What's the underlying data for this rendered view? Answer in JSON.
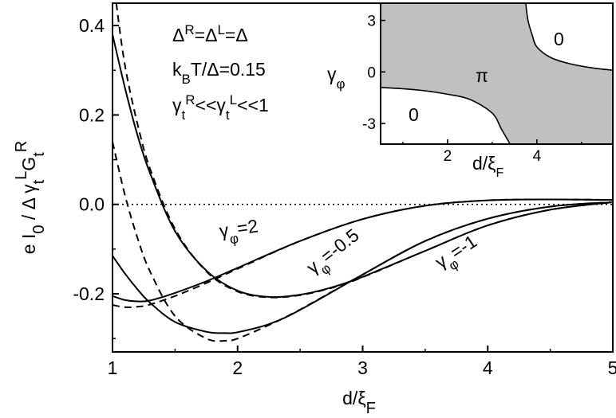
{
  "chart_data": [
    {
      "type": "line",
      "xlabel": "d/ξF",
      "ylabel": "e I0 / Δ γt^L Gt^R",
      "xlim": [
        1,
        5
      ],
      "ylim": [
        -0.33,
        0.45
      ],
      "xticks": [
        "1",
        "2",
        "3",
        "4",
        "5"
      ],
      "yticks": [
        "-0.2",
        "0.0",
        "0.2",
        "0.4"
      ],
      "yticks_values": [
        -0.2,
        0.0,
        0.2,
        0.4
      ],
      "xticks_values": [
        1,
        2,
        3,
        4,
        5
      ],
      "grid": false,
      "reference_line": {
        "y": 0.0,
        "style": "dotted"
      },
      "annotations": {
        "params": [
          "Δ^R=Δ^L=Δ",
          "k_B T/Δ=0.15",
          "γt^R<<γt^L<<1"
        ],
        "curve_labels": [
          {
            "text": "γφ=2",
            "value": 2
          },
          {
            "text": "γφ=-0.5",
            "value": -0.5
          },
          {
            "text": "γφ=-1",
            "value": -1
          }
        ]
      },
      "series": [
        {
          "label_ref": "γφ=2",
          "style": "solid",
          "x": [
            1.0,
            1.1,
            1.2,
            1.3,
            1.5,
            1.75,
            2.0,
            2.5,
            3.0,
            3.5,
            4.0,
            4.5,
            5.0
          ],
          "y": [
            -0.205,
            -0.214,
            -0.217,
            -0.215,
            -0.198,
            -0.172,
            -0.142,
            -0.082,
            -0.033,
            -0.003,
            0.009,
            0.011,
            0.01
          ]
        },
        {
          "label_ref": "γφ=2",
          "style": "dashed",
          "x": [
            1.0,
            1.1,
            1.2,
            1.3,
            1.5,
            1.75,
            2.0,
            2.5,
            3.0,
            3.5,
            4.0,
            4.5,
            5.0
          ],
          "y": [
            -0.225,
            -0.23,
            -0.229,
            -0.224,
            -0.205,
            -0.176,
            -0.144,
            -0.082,
            -0.033,
            -0.003,
            0.009,
            0.011,
            0.01
          ]
        },
        {
          "label_ref": "γφ=-1",
          "style": "solid",
          "x": [
            1.0,
            1.1,
            1.2,
            1.3,
            1.5,
            1.75,
            2.0,
            2.25,
            2.5,
            2.75,
            3.0,
            3.5,
            4.0,
            4.5,
            5.0
          ],
          "y": [
            0.38,
            0.26,
            0.155,
            0.07,
            -0.06,
            -0.148,
            -0.193,
            -0.207,
            -0.202,
            -0.186,
            -0.162,
            -0.104,
            -0.047,
            -0.012,
            0.005
          ]
        },
        {
          "label_ref": "γφ=-1",
          "style": "dashed",
          "x": [
            1.03,
            1.1,
            1.2,
            1.3,
            1.5,
            1.75,
            2.0,
            2.25,
            2.5,
            2.75,
            3.0,
            3.5,
            4.0,
            4.5,
            5.0
          ],
          "y": [
            0.45,
            0.31,
            0.18,
            0.08,
            -0.055,
            -0.15,
            -0.195,
            -0.208,
            -0.203,
            -0.187,
            -0.163,
            -0.104,
            -0.047,
            -0.012,
            0.005
          ]
        },
        {
          "label_ref": "γφ=-0.5",
          "style": "solid",
          "x": [
            1.0,
            1.1,
            1.2,
            1.3,
            1.5,
            1.75,
            1.9,
            2.0,
            2.25,
            2.5,
            3.0,
            3.5,
            4.0,
            4.5,
            5.0
          ],
          "y": [
            -0.115,
            -0.155,
            -0.19,
            -0.22,
            -0.263,
            -0.285,
            -0.288,
            -0.286,
            -0.268,
            -0.236,
            -0.157,
            -0.082,
            -0.032,
            -0.005,
            0.005
          ]
        },
        {
          "label_ref": "γφ=-0.5",
          "style": "dashed",
          "x": [
            1.0,
            1.1,
            1.2,
            1.3,
            1.5,
            1.75,
            1.9,
            2.0,
            2.25,
            2.5,
            3.0,
            3.5,
            4.0,
            4.5,
            5.0
          ],
          "y": [
            0.14,
            0.02,
            -0.075,
            -0.15,
            -0.25,
            -0.3,
            -0.305,
            -0.3,
            -0.27,
            -0.235,
            -0.157,
            -0.082,
            -0.032,
            -0.005,
            0.005
          ]
        }
      ]
    },
    {
      "type": "area",
      "role": "inset",
      "xlabel": "d/ξF",
      "ylabel": "γφ",
      "xlim": [
        0.5,
        5.7
      ],
      "ylim": [
        -4.2,
        4.0
      ],
      "xticks": [
        "2",
        "4"
      ],
      "xticks_values": [
        2,
        4
      ],
      "yticks": [
        "-3",
        "0",
        "3"
      ],
      "yticks_values": [
        -3,
        0,
        3
      ],
      "region_labels": [
        "0",
        "π",
        "0"
      ],
      "shaded_color": "#c0c0c0",
      "boundary_left": {
        "x": [
          0.5,
          1.0,
          1.5,
          2.0,
          2.5,
          3.0,
          3.2,
          3.4
        ],
        "y": [
          -0.9,
          -0.98,
          -1.1,
          -1.3,
          -1.6,
          -2.4,
          -3.3,
          -4.2
        ]
      },
      "boundary_right": {
        "x": [
          3.75,
          3.8,
          3.9,
          4.0,
          4.3,
          4.7,
          5.2,
          5.7
        ],
        "y": [
          4.0,
          3.0,
          2.1,
          1.45,
          0.85,
          0.5,
          0.25,
          0.1
        ]
      }
    }
  ]
}
